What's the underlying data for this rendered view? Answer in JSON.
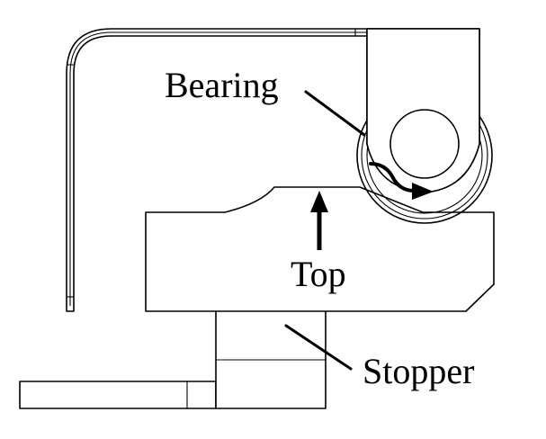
{
  "labels": {
    "bearing": "Bearing",
    "top": "Top",
    "stopper": "Stopper"
  }
}
